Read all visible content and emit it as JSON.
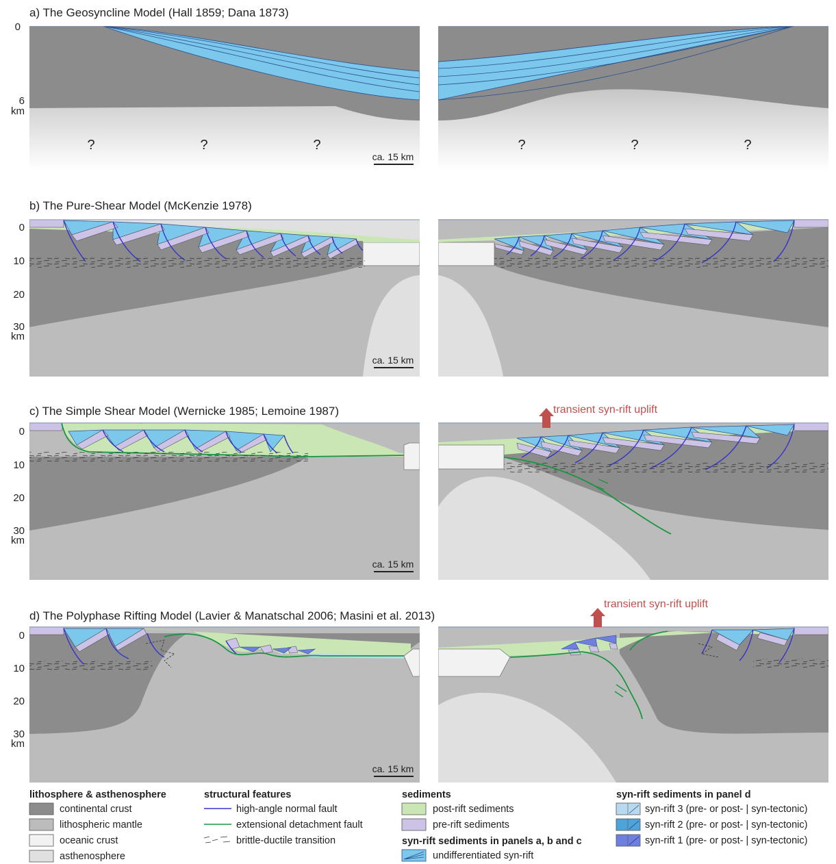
{
  "panels": {
    "a": {
      "title": "a) The Geosyncline Model (Hall 1859; Dana 1873)",
      "ticks": [
        "0",
        "6"
      ],
      "unit": "km",
      "question_mark": "?",
      "scale_label": "ca. 15 km"
    },
    "b": {
      "title": "b) The Pure-Shear Model (McKenzie 1978)",
      "ticks": [
        "0",
        "10",
        "20",
        "30"
      ],
      "unit": "km",
      "scale_label": "ca. 15 km"
    },
    "c": {
      "title": "c) The Simple Shear Model (Wernicke 1985; Lemoine 1987)",
      "ticks": [
        "0",
        "10",
        "20",
        "30"
      ],
      "unit": "km",
      "scale_label": "ca. 15 km",
      "annotation": "transient syn-rift uplift"
    },
    "d": {
      "title": "d) The Polyphase Rifting Model (Lavier & Manatschal 2006; Masini et al. 2013)",
      "ticks": [
        "0",
        "10",
        "20",
        "30"
      ],
      "unit": "km",
      "scale_label": "ca. 15 km",
      "annotation": "transient syn-rift uplift"
    }
  },
  "legend": {
    "lithosphere": {
      "heading": "lithosphere & asthenosphere",
      "items": [
        "continental crust",
        "lithospheric mantle",
        "oceanic crust",
        "asthenosphere"
      ]
    },
    "structural": {
      "heading": "structural features",
      "items": [
        "high-angle normal fault",
        "extensional detachment fault",
        "brittle-ductile transition"
      ]
    },
    "sediments": {
      "heading": "sediments",
      "items": [
        "post-rift sediments",
        "pre-rift sediments"
      ]
    },
    "synrift_abc": {
      "heading": "syn-rift sediments in panels a, b and c",
      "items": [
        "undifferentiated syn-rift"
      ]
    },
    "synrift_d": {
      "heading": "syn-rift sediments in panel d",
      "items": [
        "syn-rift 3 (pre- or post- | syn-tectonic)",
        "syn-rift 2 (pre- or post- | syn-tectonic)",
        "syn-rift 1 (pre- or post- | syn-tectonic)"
      ]
    }
  },
  "colors": {
    "continental_crust": "#8c8c8c",
    "lithospheric_mantle": "#bcbcbc",
    "oceanic_crust": "#f2f2f2",
    "asthenosphere": "#e0e0e0",
    "normal_fault": "#3333cc",
    "detachment_fault": "#1a9641",
    "post_rift": "#c9e6b4",
    "pre_rift": "#cdc3e6",
    "synrift": "#7cc7ec",
    "synrift_3": "#b8d9ee",
    "synrift_2": "#4ea3d8",
    "synrift_1": "#6f7fe0",
    "uplift": "#c0504d"
  }
}
